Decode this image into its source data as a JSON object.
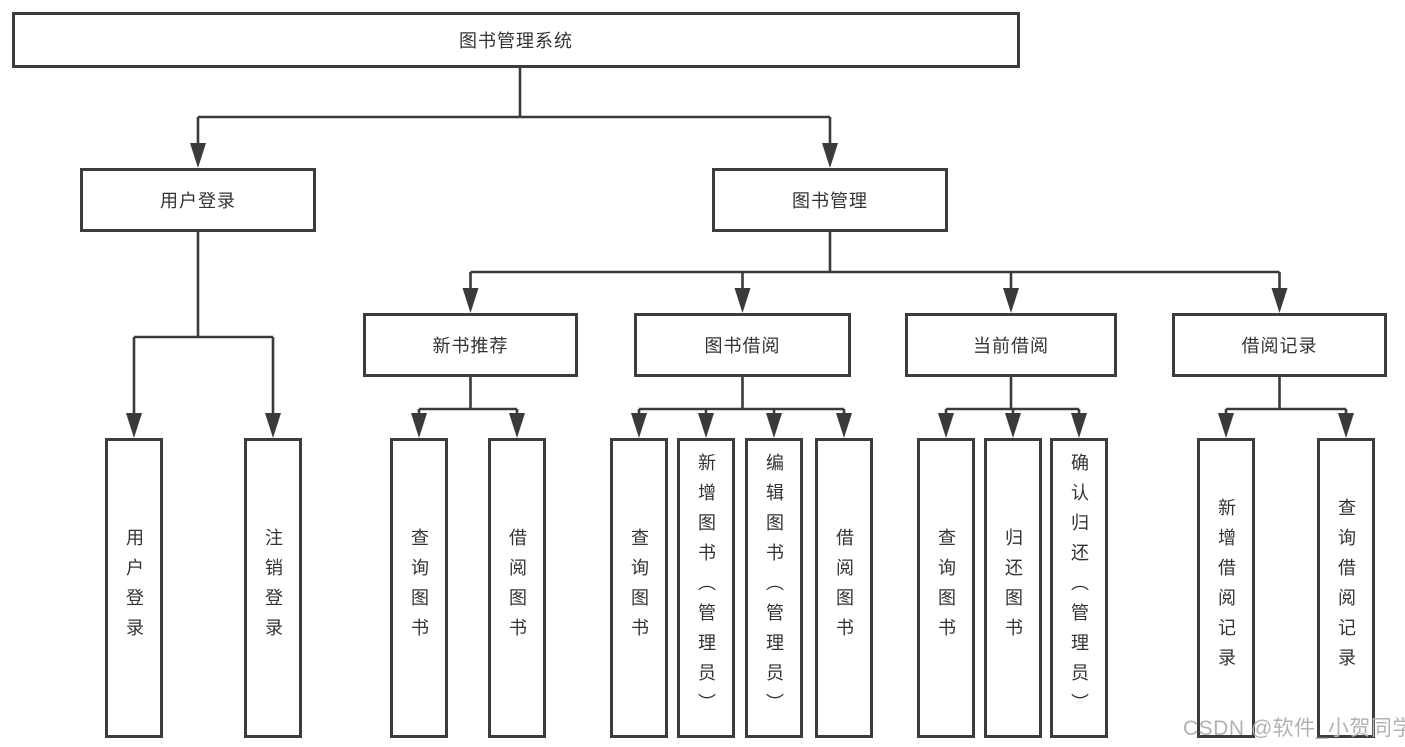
{
  "page": {
    "background": "#ffffff",
    "watermark": {
      "text": "CSDN @软件_小贺同学",
      "color": "#b2b2b2"
    }
  },
  "colors": {
    "line": "#3a3a3a",
    "box_border": "#3c3c3c",
    "box_fill": "#ffffff",
    "text": "#333333"
  },
  "tree": {
    "root": "图书管理系统",
    "l2": [
      "用户登录",
      "图书管理"
    ],
    "l3": [
      "新书推荐",
      "图书借阅",
      "当前借阅",
      "借阅记录"
    ],
    "leaves": {
      "user_login": [
        "用户登录",
        "注销登录"
      ],
      "new_books": [
        "查询图书",
        "借阅图书"
      ],
      "book_borrow": [
        "查询图书",
        "新增图书（管理员）",
        "编辑图书（管理员）",
        "借阅图书"
      ],
      "current_borrow": [
        "查询图书",
        "归还图书",
        "确认归还（管理员）"
      ],
      "borrow_records": [
        "新增借阅记录",
        "查询借阅记录"
      ]
    }
  }
}
